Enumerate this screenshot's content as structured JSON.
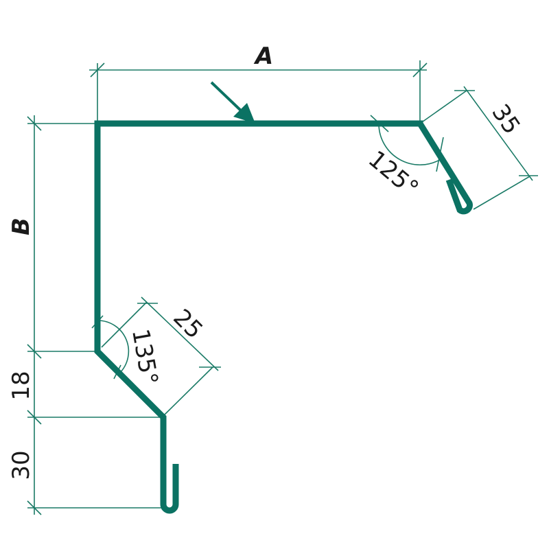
{
  "colors": {
    "profile": "#0b7263",
    "dimension": "#1a7a66",
    "text": "#1a1a1a"
  },
  "dimensions": {
    "a": "A",
    "b": "B",
    "top_flange": "35",
    "bottom_slope": "25",
    "slope_height": "18",
    "bottom_leg": "30"
  },
  "angles": {
    "top_right": "125°",
    "bottom_left": "135°"
  }
}
